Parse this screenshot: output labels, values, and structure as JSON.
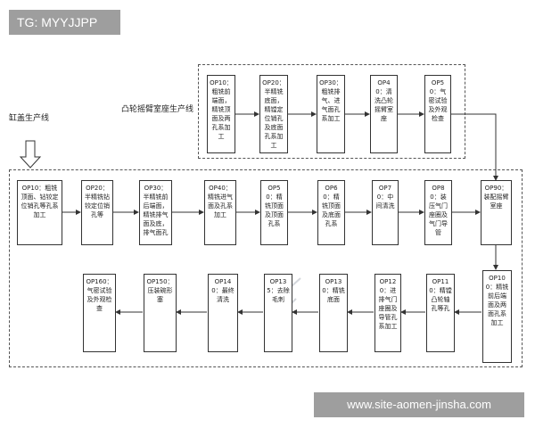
{
  "tag": "TG: MYYJJPP",
  "watermark": "www.site-aomen-jinsha.com",
  "diagram": {
    "camshaft_line_label": "凸轮摇臂室座生产线",
    "cylinder_line_label": "缸盖生产线",
    "top_row": [
      {
        "id": "top-op10",
        "text": "OP10：粗铣前端面，精铣顶面及两孔系加工"
      },
      {
        "id": "top-op20",
        "text": "OP20：半精铣底面，精镗定位销孔及底面孔系加工"
      },
      {
        "id": "top-op30",
        "text": "OP30：粗铣排气、进气面孔系加工"
      },
      {
        "id": "top-op40",
        "text": "OP40：清洗凸轮摇臂室座"
      },
      {
        "id": "top-op50",
        "text": "OP50：气密试验及外观检查"
      }
    ],
    "row1": [
      {
        "id": "op10",
        "text": "OP10：粗铣顶面、钻铰定位销孔等孔系加工"
      },
      {
        "id": "op20",
        "text": "OP20：半精铣钻铰定位销孔等"
      },
      {
        "id": "op30",
        "text": "OP30：半精铣前后端面，精铣排气面及底，排气面孔"
      },
      {
        "id": "op40",
        "text": "OP40：精铣进气面及孔系加工"
      },
      {
        "id": "op50",
        "text": "OP50：精铣顶面及顶面孔系"
      },
      {
        "id": "op60",
        "text": "OP60：精铣顶面及底面孔系"
      },
      {
        "id": "op70",
        "text": "OP70：中间清洗"
      },
      {
        "id": "op80",
        "text": "OP80：装压气门座圈及气门导管"
      },
      {
        "id": "op90",
        "text": "OP90：装配摇臂室座"
      }
    ],
    "row2": [
      {
        "id": "op160",
        "text": "OP160：气密试验及外观检查"
      },
      {
        "id": "op150",
        "text": "OP150：压装碗形塞"
      },
      {
        "id": "op140",
        "text": "OP140：最终清洗"
      },
      {
        "id": "op135",
        "text": "OP135：去除毛刺"
      },
      {
        "id": "op130",
        "text": "OP130：精铣底面"
      },
      {
        "id": "op120",
        "text": "OP120：进排气门座圈及导管孔系加工"
      },
      {
        "id": "op110",
        "text": "OP110：精镗凸轮轴孔等孔"
      },
      {
        "id": "op100",
        "text": "OP100：精铣前后端面及两面孔系加工"
      }
    ]
  }
}
